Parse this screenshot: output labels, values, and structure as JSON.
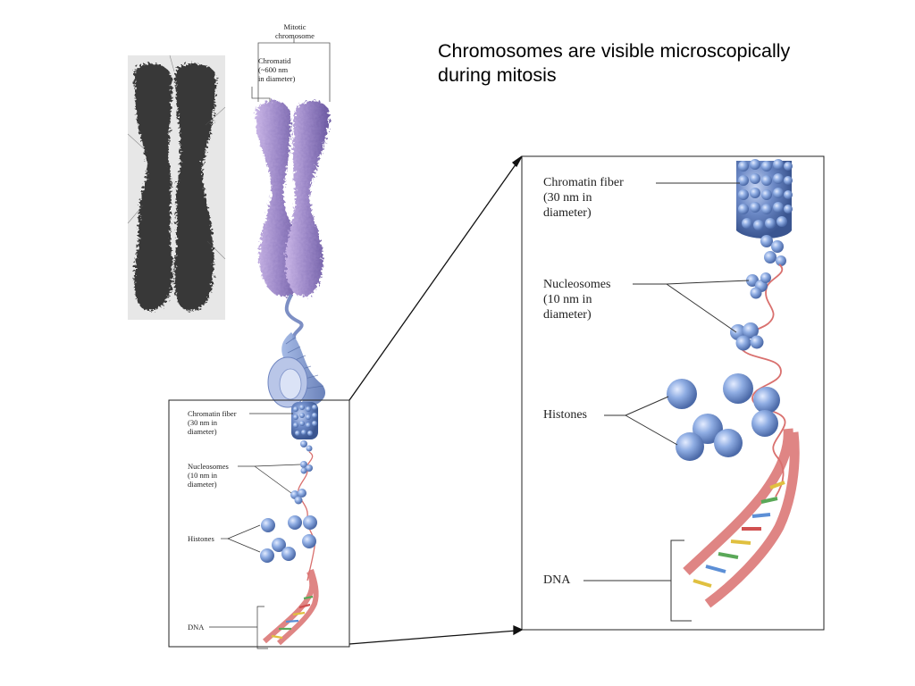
{
  "headline": {
    "line1": "Chromosomes are visible microscopically",
    "line2": "during mitosis"
  },
  "mitotic_chromosome": {
    "title_l1": "Mitotic",
    "title_l2": "chromosome",
    "chromatid_l1": "Chromatid",
    "chromatid_l2": "(~600 nm",
    "chromatid_l3": "in diameter)"
  },
  "small_panel": {
    "fiber_l1": "Chromatin fiber",
    "fiber_l2": "(30 nm in",
    "fiber_l3": "diameter)",
    "nuc_l1": "Nucleosomes",
    "nuc_l2": "(10 nm in",
    "nuc_l3": "diameter)",
    "histones": "Histones",
    "dna": "DNA"
  },
  "large_panel": {
    "fiber_l1": "Chromatin fiber",
    "fiber_l2": "(30 nm in",
    "fiber_l3": "diameter)",
    "nuc_l1": "Nucleosomes",
    "nuc_l2": "(10 nm in",
    "nuc_l3": "diameter)",
    "histones": "Histones",
    "dna": "DNA"
  },
  "colors": {
    "chromatid": "#9a86c6",
    "bead": "#7f9fd8",
    "dna_strand": "#d9706e",
    "micrograph": "#2b2b2b"
  }
}
